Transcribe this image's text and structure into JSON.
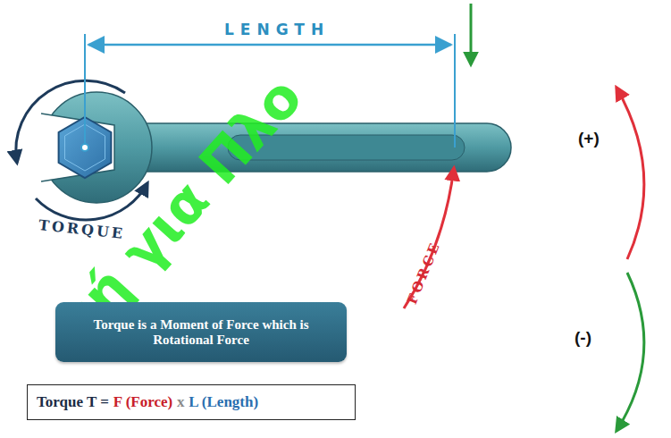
{
  "diagram": {
    "nodes": [
      {
        "text": [
          "Torque is a Moment of Force which is Rotational Force"
        ]
      },
      {
        "text": [
          "Torque T =",
          "F (Force)",
          "x",
          "L (Length)"
        ]
      }
    ],
    "labels": [
      "LENGTH",
      "TORQUE",
      "FORCE",
      "(+)",
      "(-)",
      "κή για Πλο"
    ]
  }
}
